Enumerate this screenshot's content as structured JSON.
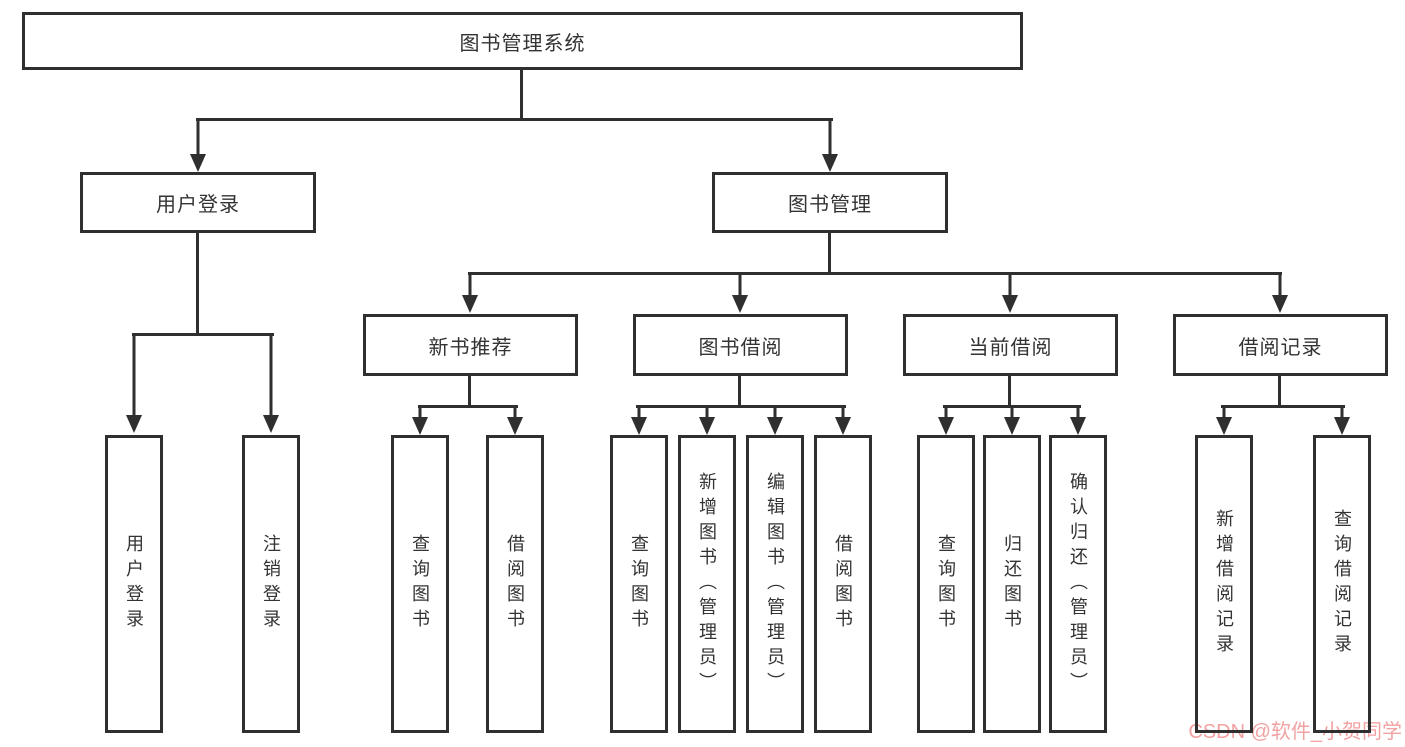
{
  "diagram": {
    "type": "hierarchy-tree",
    "root": {
      "label": "图书管理系统",
      "children": [
        {
          "label": "用户登录",
          "children": [
            {
              "label": "用户登录"
            },
            {
              "label": "注销登录"
            }
          ]
        },
        {
          "label": "图书管理",
          "children": [
            {
              "label": "新书推荐",
              "children": [
                {
                  "label": "查询图书"
                },
                {
                  "label": "借阅图书"
                }
              ]
            },
            {
              "label": "图书借阅",
              "children": [
                {
                  "label": "查询图书"
                },
                {
                  "label": "新增图书（管理员）"
                },
                {
                  "label": "编辑图书（管理员）"
                },
                {
                  "label": "借阅图书"
                }
              ]
            },
            {
              "label": "当前借阅",
              "children": [
                {
                  "label": "查询图书"
                },
                {
                  "label": "归还图书"
                },
                {
                  "label": "确认归还（管理员）"
                }
              ]
            },
            {
              "label": "借阅记录",
              "children": [
                {
                  "label": "新增借阅记录"
                },
                {
                  "label": "查询借阅记录"
                }
              ]
            }
          ]
        }
      ]
    },
    "colors": {
      "line": "#2f2f2f",
      "box_border": "#2f2f2f",
      "box_background": "#ffffff",
      "text": "#333333"
    }
  },
  "watermark": {
    "text": "CSDN @软件_小贺同学",
    "color": "#f2a2a2"
  }
}
